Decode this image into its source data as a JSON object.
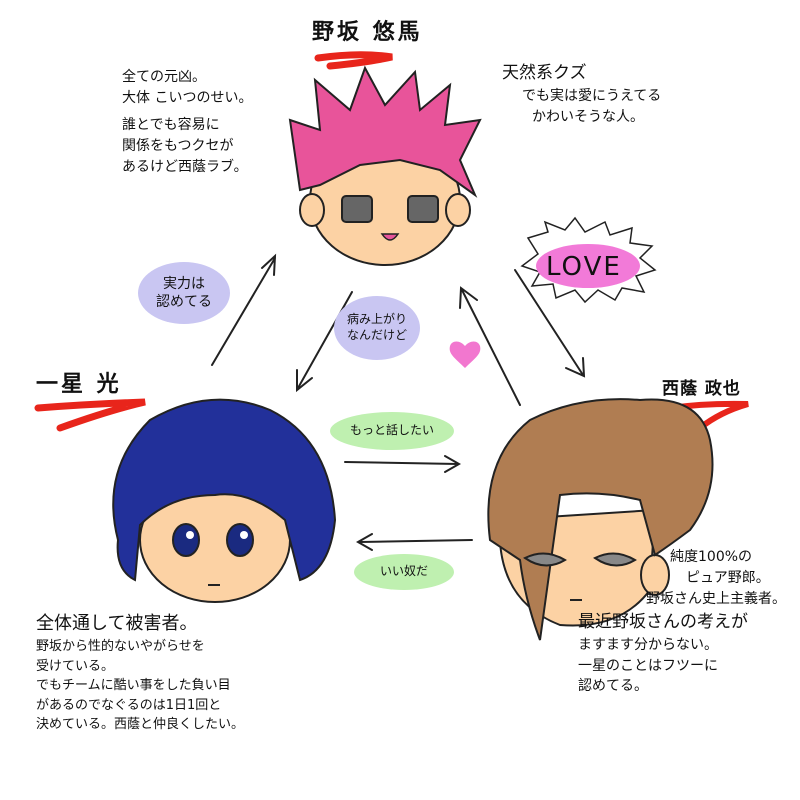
{
  "characters": {
    "nosaka": {
      "name": "野坂 悠馬",
      "notes_left": [
        "全ての元凶。",
        "大体 こいつのせい。",
        "誰とでも容易に",
        "関係をもつクセが",
        "あるけど西蔭ラブ。"
      ],
      "notes_right": [
        "天然系クズ",
        "でも実は愛にうえてる",
        "かわいそうな人。"
      ],
      "hair_color": "#e8549a"
    },
    "ichihoshi": {
      "name": "一星 光",
      "notes": [
        "全体通して被害者。",
        "野坂から性的ないやがらせを",
        "受けている。",
        "でもチームに酷い事をした負い目",
        "があるのでなぐるのは1日1回と",
        "決めている。西蔭と仲良くしたい。"
      ],
      "hair_color": "#22309a"
    },
    "nishikage": {
      "name": "西蔭 政也",
      "notes": [
        "純度100%の",
        "ピュア野郎。",
        "野坂さん史上主義者。",
        "最近野坂さんの考えが",
        "ますます分からない。",
        "一星のことはフツーに",
        "認めてる。"
      ],
      "hair_color": "#b07d52"
    }
  },
  "relations": {
    "ichihoshi_to_nosaka": [
      "実力は",
      "認めてる"
    ],
    "nosaka_to_ichihoshi": [
      "病み上がり",
      "なんだけど"
    ],
    "ichihoshi_to_nishikage": "もっと話したい",
    "nishikage_to_ichihoshi": "いい奴だ",
    "nosaka_to_nishikage": "LOVE"
  },
  "colors": {
    "underline": "#e8251b",
    "purple_bubble": "#c9c6f2",
    "green_bubble": "#bff0b0",
    "love": "#f27ad8",
    "skin": "#fcd2a4",
    "heart": "#f277cf"
  }
}
